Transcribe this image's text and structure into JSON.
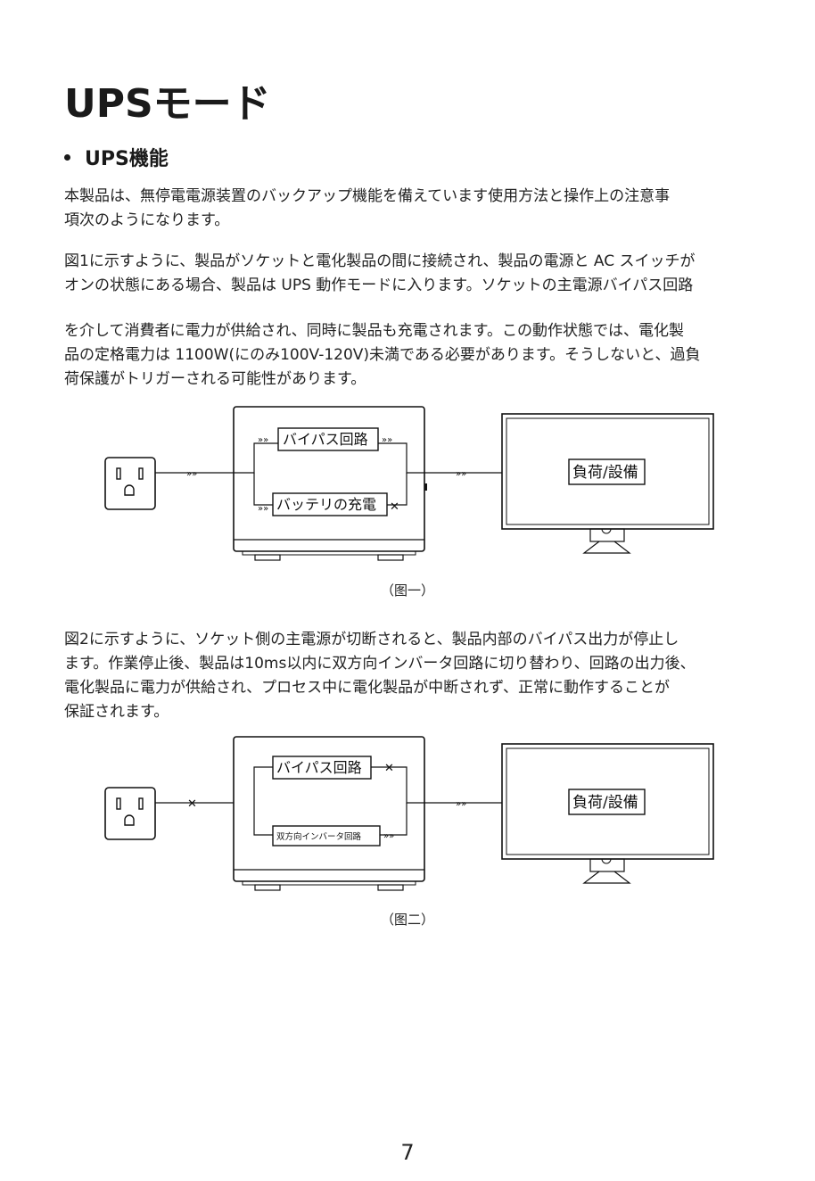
{
  "page": {
    "title": "UPSモード",
    "section_title": "UPS機能",
    "page_number": "7"
  },
  "paragraphs": {
    "p1": [
      "本製品は、無停電電源装置のバックアップ機能を備えています使用方法と操作上の注意事",
      "項次のようになります。"
    ],
    "p2": [
      "図1に示すように、製品がソケットと電化製品の間に接続され、製品の電源と AC スイッチが",
      "オンの状態にある場合、製品は UPS 動作モードに入ります。ソケットの主電源バイパス回路"
    ],
    "p3": [
      "を介して消費者に電力が供給され、同時に製品も充電されます。この動作状態では、電化製",
      "品の定格電力は 1100W(にのみ100V-120V)未満である必要があります。そうしないと、過負",
      "荷保護がトリガーされる可能性があります。"
    ],
    "p4": [
      "図2に示すように、ソケット側の主電源が切断されると、製品内部のバイパス出力が停止し",
      "ます。作業停止後、製品は10ms以内に双方向インバータ回路に切り替わり、回路の出力後、",
      "電化製品に電力が供給され、プロセス中に電化製品が中断されず、正常に動作することが",
      "保証されます。"
    ]
  },
  "figure1": {
    "bypass_label": "バイパス回路",
    "lower_label": "バッテリの充電",
    "load_label": "負荷/設備",
    "caption": "（图一）"
  },
  "figure2": {
    "bypass_label": "バイパス回路",
    "lower_label": "双方向インバータ回路",
    "load_label": "負荷/設備",
    "caption": "（图二）"
  },
  "icons": [
    "outlet-icon",
    "ups-unit-icon",
    "monitor-icon",
    "chevron-flow-icon",
    "cross-mark-icon"
  ]
}
